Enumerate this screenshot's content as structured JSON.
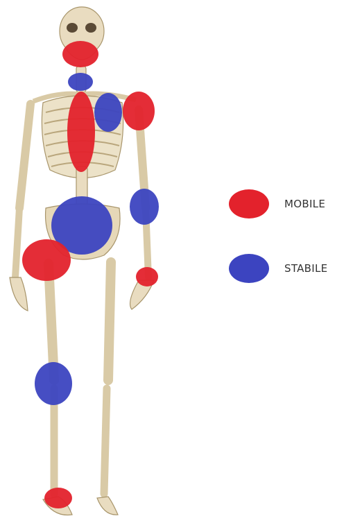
{
  "colors": {
    "mobile": "#e3222c",
    "stabile": "#3c44c0",
    "bone": "#e9dcc0",
    "bone_shadow": "#c6b48e",
    "bone_outline": "#a8956b"
  },
  "legend": {
    "mobile": {
      "label": "MOBILE",
      "color": "#e3222c"
    },
    "stabile": {
      "label": "STABILE",
      "color": "#3c44c0"
    }
  },
  "joints": [
    {
      "name": "jaw",
      "type": "mobile"
    },
    {
      "name": "neck",
      "type": "stabile"
    },
    {
      "name": "left-shoulder",
      "type": "mobile"
    },
    {
      "name": "scapula",
      "type": "stabile"
    },
    {
      "name": "thoracic-spine",
      "type": "mobile"
    },
    {
      "name": "lumbar-pelvis",
      "type": "stabile"
    },
    {
      "name": "elbow",
      "type": "stabile"
    },
    {
      "name": "wrist",
      "type": "mobile"
    },
    {
      "name": "hip",
      "type": "mobile"
    },
    {
      "name": "knee",
      "type": "stabile"
    },
    {
      "name": "ankle",
      "type": "mobile"
    }
  ]
}
